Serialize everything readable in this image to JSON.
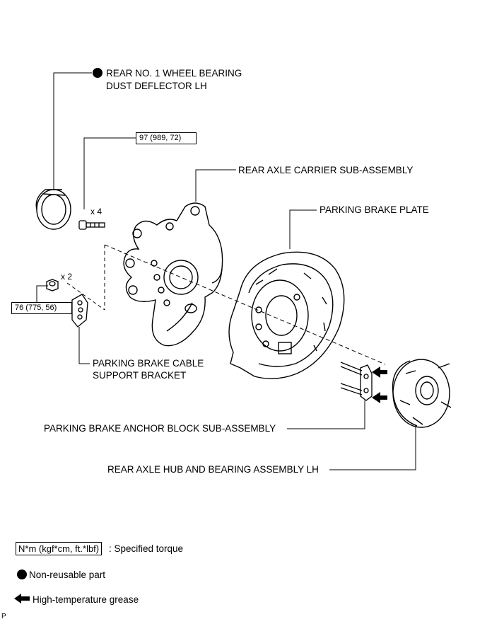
{
  "labels": {
    "dust_deflector_line1": "REAR NO. 1 WHEEL BEARING",
    "dust_deflector_line2": "DUST DEFLECTOR LH",
    "carrier": "REAR AXLE CARRIER SUB-ASSEMBLY",
    "brake_plate": "PARKING BRAKE PLATE",
    "cable_bracket_line1": "PARKING BRAKE CABLE",
    "cable_bracket_line2": "SUPPORT BRACKET",
    "anchor_block": "PARKING BRAKE ANCHOR BLOCK SUB-ASSEMBLY",
    "hub_bearing": "REAR AXLE HUB AND BEARING ASSEMBLY LH"
  },
  "torques": {
    "bolt": "97 (989, 72)",
    "nut": "76 (775, 56)"
  },
  "quantities": {
    "bolt": "x 4",
    "nut": "x 2"
  },
  "legend": {
    "torque_unit": "N*m (kgf*cm, ft.*lbf)",
    "torque_desc": ": Specified torque",
    "nonreusable_desc": "Non-reusable part",
    "grease_desc": "High-temperature grease"
  },
  "corner_mark": "P"
}
